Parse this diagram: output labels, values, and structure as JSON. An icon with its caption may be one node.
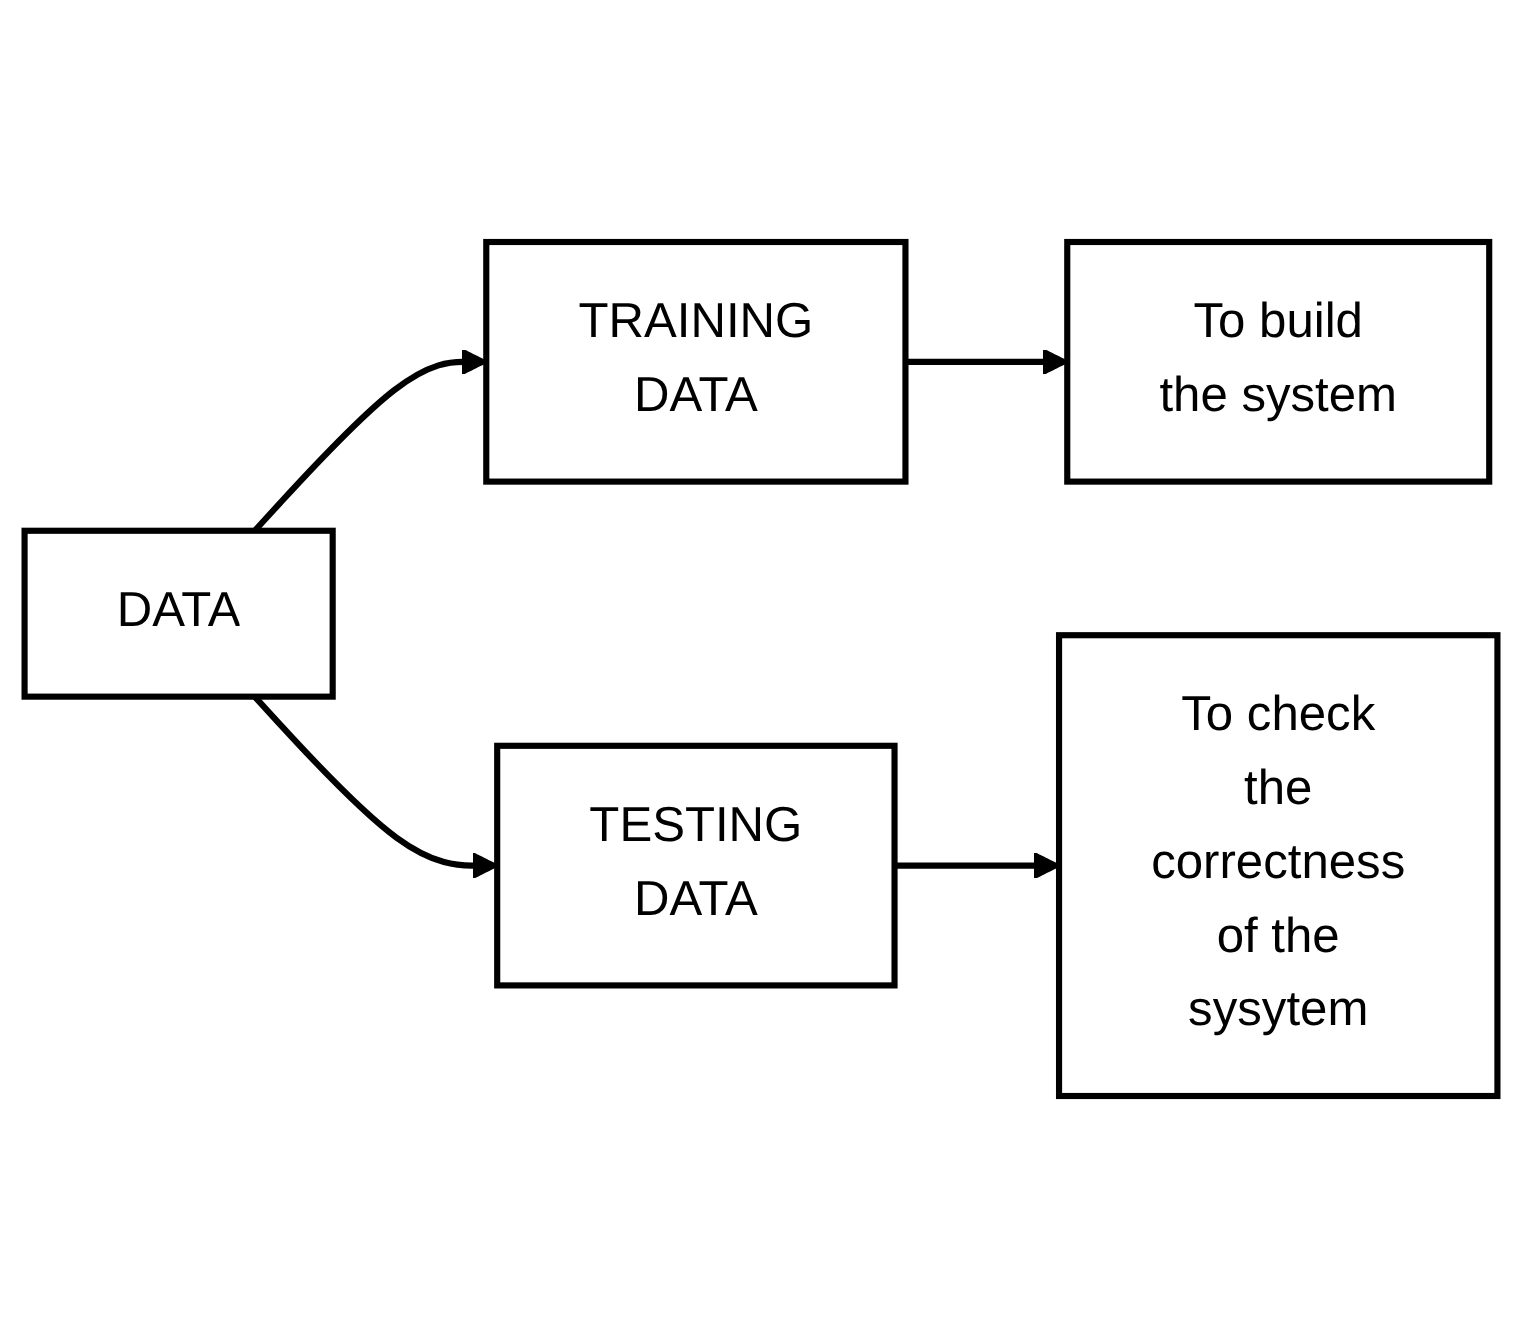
{
  "diagram": {
    "nodes": [
      {
        "text": [
          "DATA"
        ]
      },
      {
        "text": [
          "TRAINING DATA"
        ]
      },
      {
        "text": [
          "To build the system"
        ]
      },
      {
        "text": [
          "TESTING DATA"
        ]
      },
      {
        "text": [
          "To check the correctness of the sysytem"
        ]
      }
    ],
    "edges": [
      {
        "from": 0,
        "to": 1,
        "arrow": "to"
      },
      {
        "from": 1,
        "to": 2,
        "arrow": "to"
      },
      {
        "from": 0,
        "to": 3,
        "arrow": "to"
      },
      {
        "from": 3,
        "to": 4,
        "arrow": "to"
      }
    ]
  }
}
